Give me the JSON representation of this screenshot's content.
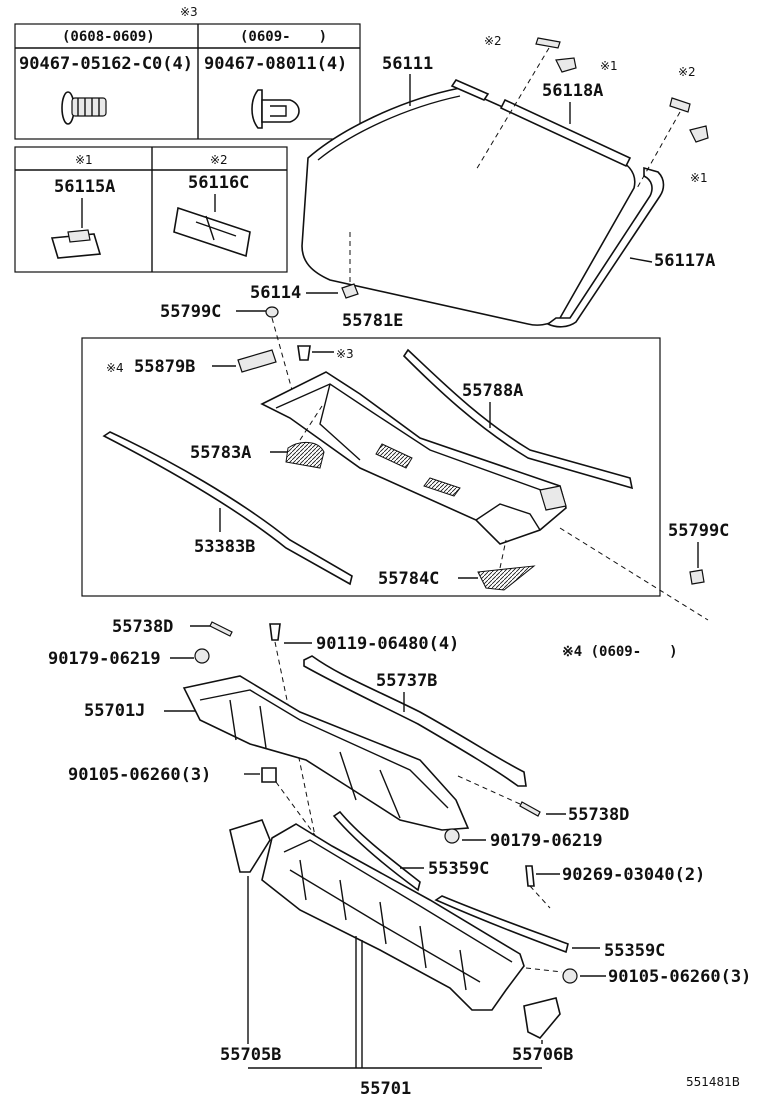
{
  "footer_code": "551481B",
  "table_top": {
    "mark": "※3",
    "col1_period": "(0608-0609)",
    "col2_period": "(0609-　　)",
    "col1_part": "90467-05162-C0(4)",
    "col2_part": "90467-08011(4)"
  },
  "table_small": {
    "col1_mark": "※1",
    "col2_mark": "※2",
    "col1_part": "56115A",
    "col2_part": "56116C"
  },
  "labels": {
    "windshield": "56111",
    "molding_top": "56118A",
    "molding_side": "56117A",
    "mark2_a": "※2",
    "mark1_a": "※1",
    "mark2_b": "※2",
    "mark1_b": "※1",
    "spacer": "56114",
    "clip_upper": "55799C",
    "cowl_group": "55781E",
    "cowl_seal": "55879B",
    "cowl_seal_mark": "※4",
    "clip_mark3": "※3",
    "cowl_strip": "55788A",
    "cowl_screen_a": "55783A",
    "weatherstrip": "53383B",
    "cowl_screen_b": "55784C",
    "clip_right": "55799C",
    "note_mark4": "※4 (0609-　　)",
    "clip_d1": "55738D",
    "bolt_1": "90119-06480(4)",
    "nut_1": "90179-06219",
    "seal_b": "55737B",
    "panel_j": "55701J",
    "bolt_2": "90105-06260(3)",
    "clip_d2": "55738D",
    "nut_2": "90179-06219",
    "strip_c1": "55359C",
    "pin": "90269-03040(2)",
    "strip_c2": "55359C",
    "bolt_3": "90105-06260(3)",
    "bracket_b": "55705B",
    "bracket_b2": "55706B",
    "cowl_panel": "55701"
  }
}
